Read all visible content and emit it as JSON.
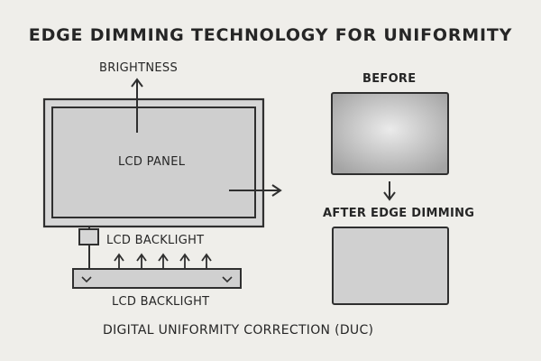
{
  "title": "EDGE DIMMING TECHNOLOGY FOR UNIFORMITY",
  "labels": {
    "brightness": "BRIGHTNESS",
    "lcd_panel": "LCD PANEL",
    "lcd_backlight_upper": "LCD BACKLIGHT",
    "lcd_backlight_lower": "LCD BACKLIGHT",
    "before": "BEFORE",
    "after": "AFTER EDGE DIMMING",
    "caption": "DIGITAL UNIFORMITY CORRECTION (DUC)"
  },
  "colors": {
    "stroke": "#2f2f2f",
    "panel_fill": "#cfcfcf",
    "before_center": "#ebebeb",
    "before_edge": "#a4a4a4",
    "after_fill": "#d0d0d0"
  }
}
